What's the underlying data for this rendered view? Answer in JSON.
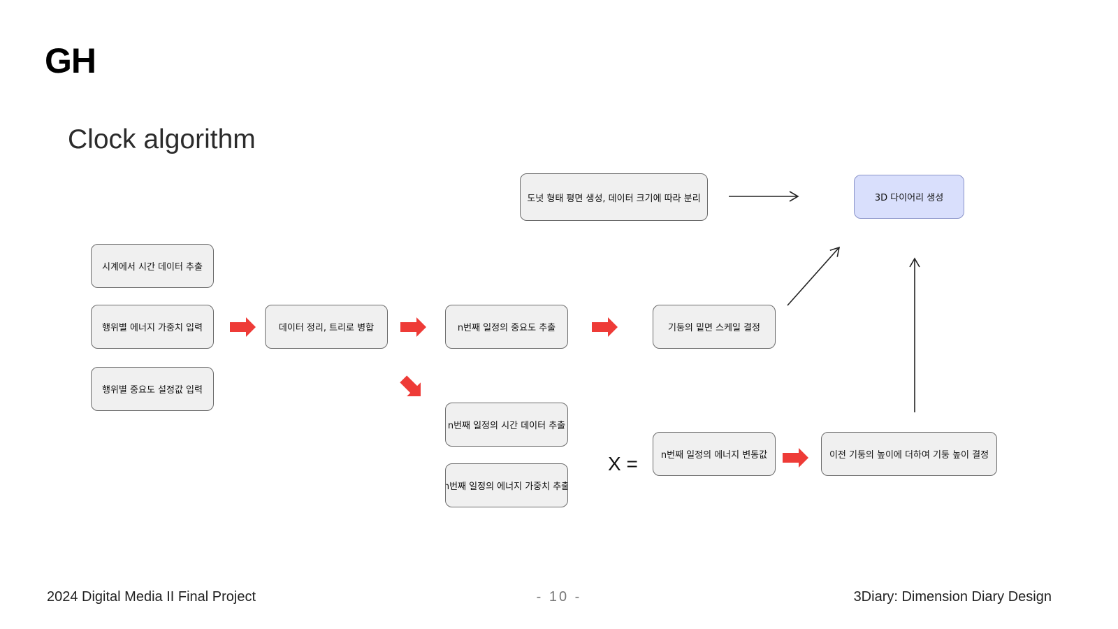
{
  "logo": "GH",
  "heading": "Clock algorithm",
  "nodes": {
    "extract_time": "시계에서 시간 데이터 추출",
    "energy_weight_input": "행위별 에너지 가중치 입력",
    "importance_input": "행위별 중요도 설정값 입력",
    "data_merge": "데이터 정리, 트리로 병합",
    "nth_importance": "n번째 일정의 중요도 추출",
    "nth_time": "n번째 일정의 시간 데이터 추출",
    "nth_energy": "n번째 일정의 에너지 가중치 추출",
    "pillar_base": "기둥의 밑면 스케일 결정",
    "energy_change": "n번째 일정의  에너지 변동값",
    "pillar_height": "이전 기둥의 높이에 더하여 기둥 높이 결정",
    "donut": "도넛 형태 평면 생성, 데이터 크기에 따라 분리",
    "diary_3d": "3D 다이어리 생성"
  },
  "operator": "X =",
  "colors": {
    "arrow_red": "#ee3b37",
    "final_box": "#d9dffc",
    "box": "#f0f0f0"
  },
  "footer": {
    "left": "2024  Digital Media II  Final Project",
    "page": "- 10 -",
    "right": "3Diary: Dimension Diary Design"
  }
}
